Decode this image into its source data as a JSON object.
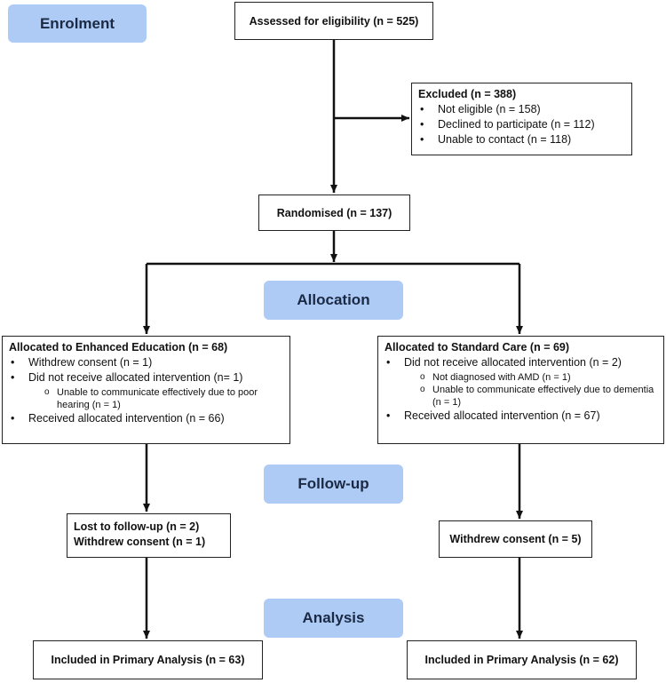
{
  "stages": {
    "enrolment": "Enrolment",
    "allocation": "Allocation",
    "followup": "Follow-up",
    "analysis": "Analysis"
  },
  "assessed": "Assessed for eligibility (n = 525)",
  "excluded": {
    "title": "Excluded (n = 388)",
    "items": [
      "Not eligible (n = 158)",
      "Declined to participate (n = 112)",
      "Unable to contact (n = 118)"
    ]
  },
  "randomised": "Randomised (n = 137)",
  "left_arm": {
    "title": "Allocated to Enhanced Education (n = 68)",
    "item1": "Withdrew consent (n = 1)",
    "item2": "Did not receive allocated intervention (n= 1)",
    "item2_sub1": "Unable to communicate effectively due to poor hearing (n = 1)",
    "item3": "Received allocated intervention (n = 66)",
    "followup_line1": "Lost to follow-up (n = 2)",
    "followup_line2": "Withdrew consent (n = 1)",
    "analysis": "Included in Primary Analysis (n = 63)"
  },
  "right_arm": {
    "title": "Allocated to Standard Care (n = 69)",
    "item1": "Did not receive allocated intervention (n = 2)",
    "item1_sub1": "Not diagnosed with AMD (n = 1)",
    "item1_sub2": "Unable to communicate effectively due to dementia (n = 1)",
    "item2": "Received allocated intervention (n = 67)",
    "followup": "Withdrew consent (n = 5)",
    "analysis": "Included in Primary Analysis (n = 62)"
  }
}
